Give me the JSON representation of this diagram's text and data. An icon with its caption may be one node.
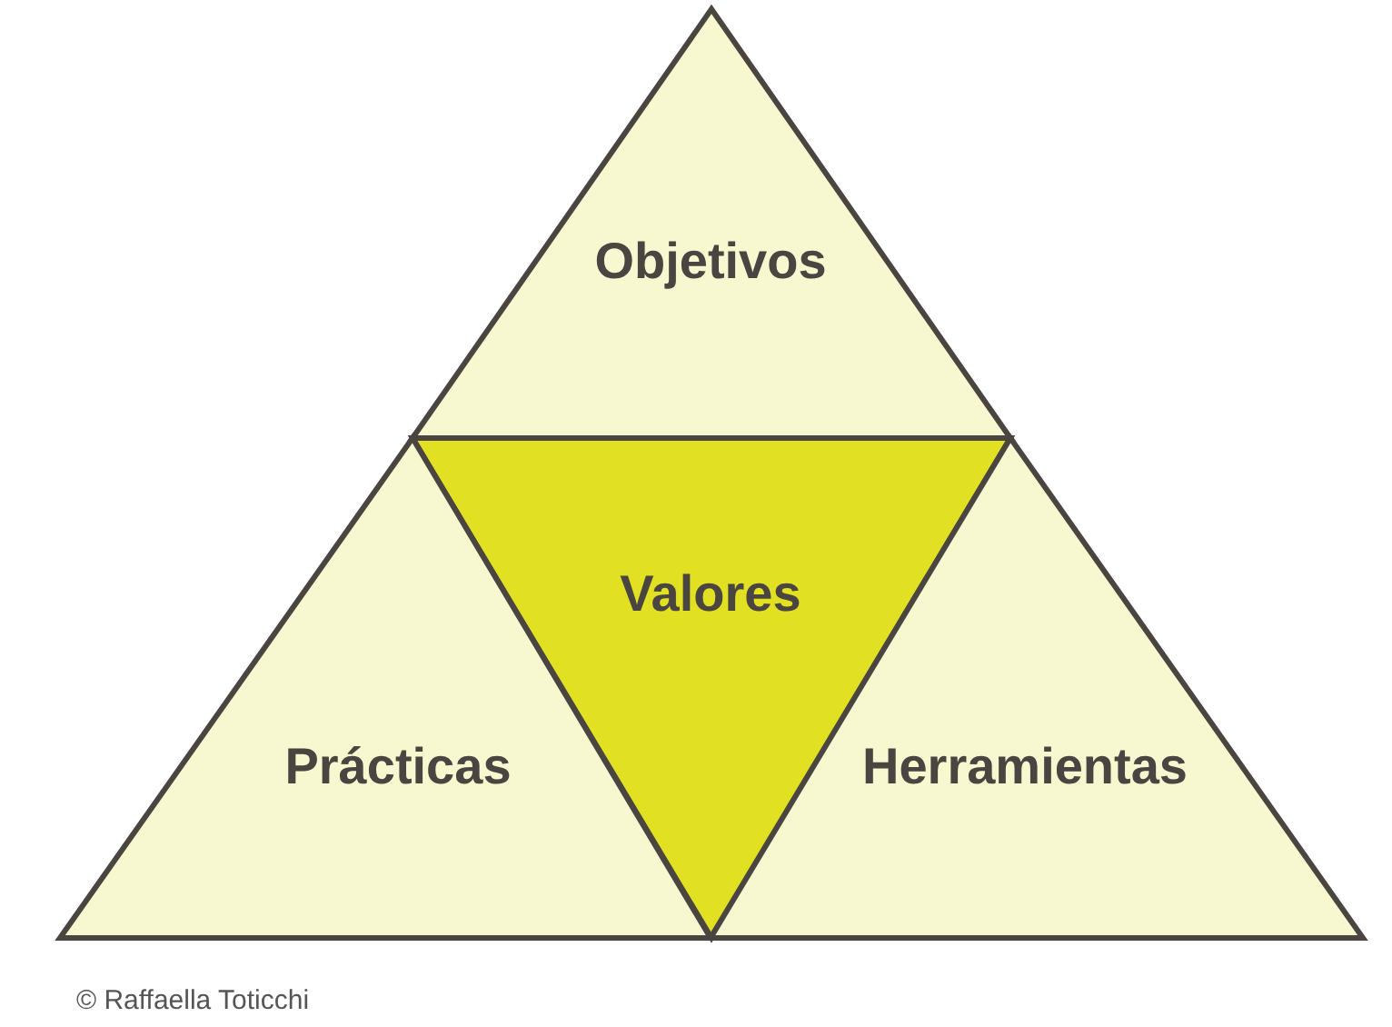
{
  "diagram": {
    "nodes": [
      {
        "text": [
          "Objetivos"
        ]
      },
      {
        "text": [
          "Valores"
        ]
      },
      {
        "text": [
          "Prácticas"
        ]
      },
      {
        "text": [
          "Herramientas"
        ]
      }
    ],
    "labels": [
      "© Raffaella Toticchi"
    ]
  }
}
